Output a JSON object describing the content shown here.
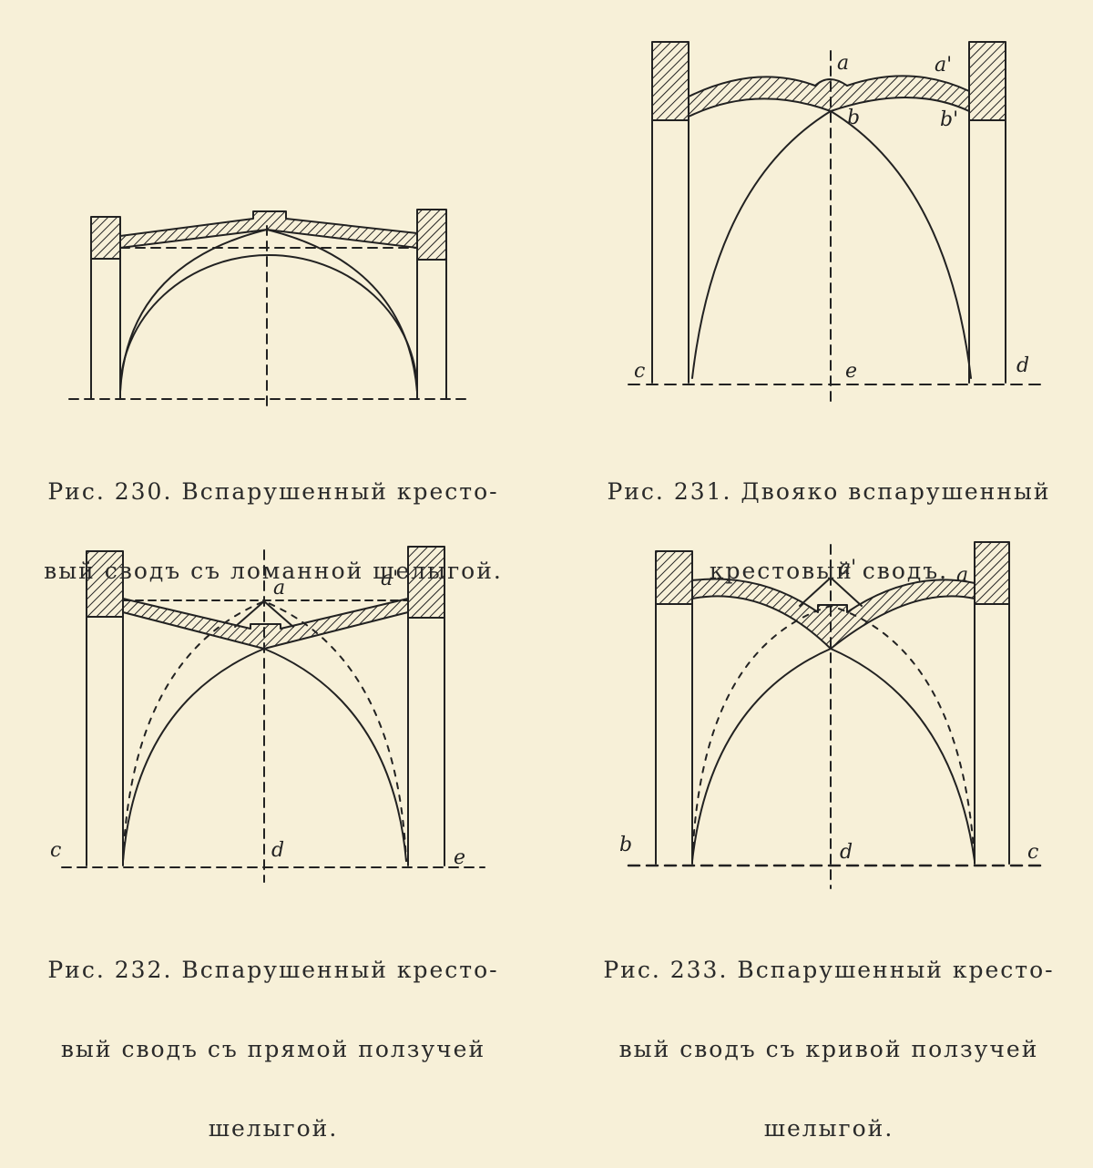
{
  "colors": {
    "background": "#f7f0d8",
    "ink": "#222222"
  },
  "figures": [
    {
      "id": "fig-230",
      "caption_lines": [
        "Рис. 230. Вспарушенный кресто-",
        "вый сводъ съ ломанной шелыгой."
      ],
      "labels": []
    },
    {
      "id": "fig-231",
      "caption_lines": [
        "Рис. 231. Двояко вспарушенный",
        "крестовый сводъ."
      ],
      "labels": [
        "a",
        "a'",
        "b",
        "b'",
        "c",
        "e",
        "d"
      ]
    },
    {
      "id": "fig-232",
      "caption_lines": [
        "Рис. 232. Вспарушенный кресто-",
        "вый сводъ съ прямой ползучей",
        "шелыгой."
      ],
      "labels": [
        "a",
        "a'",
        "c",
        "d",
        "e"
      ]
    },
    {
      "id": "fig-233",
      "caption_lines": [
        "Рис. 233. Вспарушенный кресто-",
        "вый сводъ съ кривой ползучей",
        "шелыгой."
      ],
      "labels": [
        "a'",
        "a",
        "b",
        "d",
        "c"
      ]
    }
  ]
}
